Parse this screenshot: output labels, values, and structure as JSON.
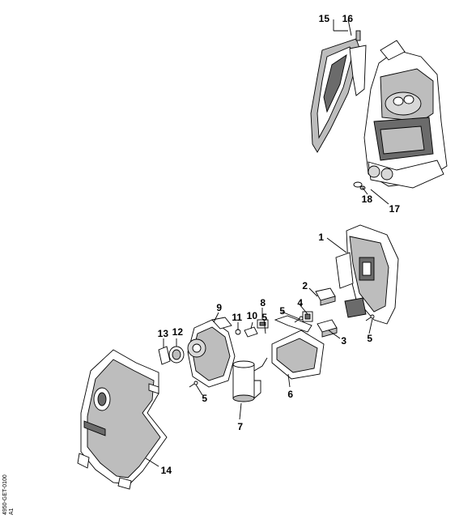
{
  "callouts": {
    "c1": "1",
    "c2": "2",
    "c3": "3",
    "c4": "4",
    "c5a": "5",
    "c5b": "5",
    "c5c": "5",
    "c5d": "5",
    "c6": "6",
    "c7": "7",
    "c8": "8",
    "c9": "9",
    "c10": "10",
    "c11": "11",
    "c12": "12",
    "c13": "13",
    "c14": "14",
    "c15": "15",
    "c16": "16",
    "c17": "17",
    "c18": "18"
  },
  "reference_code": {
    "line1": "4950-GET-0100",
    "line2": "A1"
  },
  "colors": {
    "line": "#000000",
    "part_fill": "#ffffff",
    "shade": "#bdbdbd",
    "dark": "#6b6b6b"
  }
}
